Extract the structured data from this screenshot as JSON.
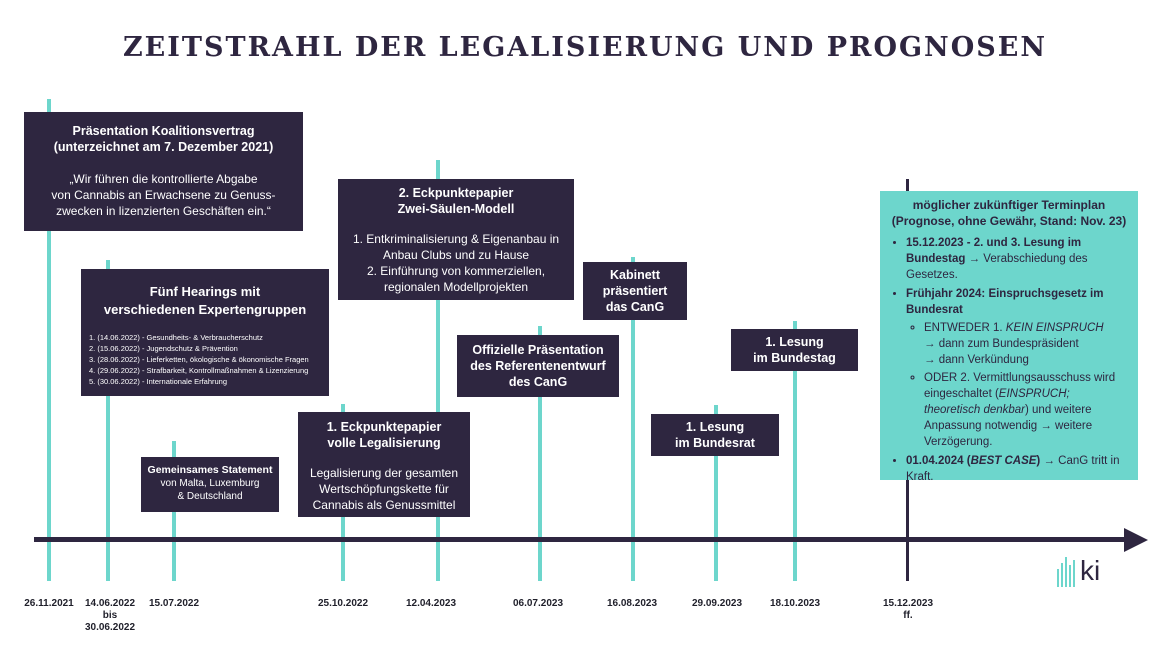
{
  "title": "ZEITSTRAHL DER LEGALISIERUNG UND PROGNOSEN",
  "colors": {
    "dark": "#2e2640",
    "teal": "#6dd6cc"
  },
  "logo": {
    "text": "ki",
    "icon": "ki-logo-icon"
  },
  "dates": [
    "26.11.2021",
    "14.06.2022\nbis\n30.06.2022",
    "15.07.2022",
    "25.10.2022",
    "12.04.2023",
    "06.07.2023",
    "16.08.2023",
    "29.09.2023",
    "18.10.2023",
    "15.12.2023\nff."
  ],
  "events": {
    "koalition": {
      "heading": "Präsentation Koalitionsvertrag\n(unterzeichnet am 7. Dezember 2021)",
      "text": "„Wir führen die kontrollierte Abgabe\nvon Cannabis an Erwachsene zu Genuss-\nzwecken in lizenzierten Geschäften ein.“"
    },
    "hearings": {
      "heading": "Fünf Hearings mit\nverschiedenen Expertengruppen",
      "items": [
        "1. (14.06.2022)  - Gesundheits- & Verbraucherschutz",
        "2. (15.06.2022)  - Jugendschutz & Prävention",
        "3. (28.06.2022)  - Lieferketten, ökologische & ökonomische Fragen",
        "4. (29.06.2022)  - Strafbarkeit, Kontrollmaßnahmen & Lizenzierung",
        "5. (30.06.2022)  - Internationale Erfahrung"
      ]
    },
    "statement": {
      "heading": "Gemeinsames Statement",
      "text": "von Malta, Luxemburg\n& Deutschland"
    },
    "eckpunkte1": {
      "heading": "1. Eckpunktepapier\nvolle Legalisierung",
      "text": "Legalisierung der gesamten\nWertschöpfungskette für\nCannabis als Genussmittel"
    },
    "eckpunkte2": {
      "heading": "2. Eckpunktepapier\nZwei-Säulen-Modell",
      "text": "1. Entkriminalisierung & Eigenanbau in\nAnbau Clubs und zu Hause\n2. Einführung von kommerziellen,\nregionalen Modellprojekten"
    },
    "referentenentwurf": {
      "heading": "Offizielle Präsentation\ndes Referentenentwurf\ndes CanG"
    },
    "kabinett": {
      "heading": "Kabinett\npräsentiert\ndas CanG"
    },
    "bundesrat": {
      "heading": "1. Lesung\nim Bundesrat"
    },
    "bundestag": {
      "heading": "1. Lesung\nim Bundestag"
    }
  },
  "prognose": {
    "heading": "möglicher zukünftiger Terminplan\n(Prognose, ohne Gewähr, Stand: Nov. 23)",
    "b1_bold": "15.12.2023 - 2. und 3. Lesung im Bundestag",
    "b1_text": " → Verabschiedung des Gesetzes.",
    "b2_bold": "Frühjahr 2024: Einspruchsgesetz im Bundesrat",
    "s1_pre": "ENTWEDER 1. ",
    "s1_italic": "KEIN EINSPRUCH",
    "s1_text": "→ dann zum Bundespräsident\n→ dann Verkündung",
    "s2_pre": "ODER 2. Vermittlungsausschuss wird eingeschaltet (",
    "s2_italic": "EINSPRUCH; theoretisch denkbar",
    "s2_post": ") und weitere Anpassung notwendig → weitere Verzögerung.",
    "b3_bold_pre": "01.04.2024 (",
    "b3_bold_italic": "BEST CASE",
    "b3_bold_post": ")",
    "b3_text": " → CanG tritt in Kraft."
  }
}
